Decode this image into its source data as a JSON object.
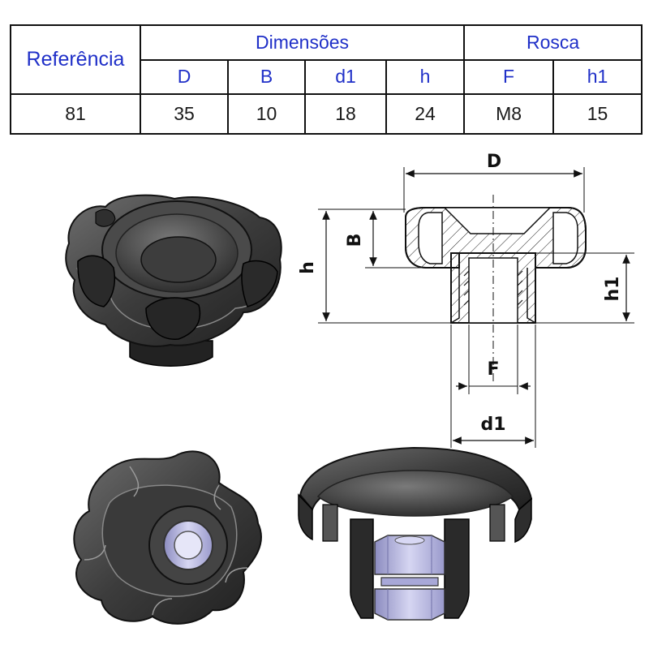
{
  "table": {
    "headers": {
      "reference": "Referência",
      "dimensions_group": "Dimensões",
      "thread_group": "Rosca",
      "columns": [
        "D",
        "B",
        "d1",
        "h",
        "F",
        "h1"
      ]
    },
    "row": {
      "reference": "81",
      "values": [
        "35",
        "10",
        "18",
        "24",
        "M8",
        "15"
      ]
    }
  },
  "drawing": {
    "labels": {
      "D": "D",
      "B": "B",
      "h": "h",
      "h1": "h1",
      "F": "F",
      "d1": "d1"
    }
  },
  "colors": {
    "header_text": "#2030c8",
    "body_dark": "#3a3a3a",
    "insert": "#b8b8e0"
  }
}
